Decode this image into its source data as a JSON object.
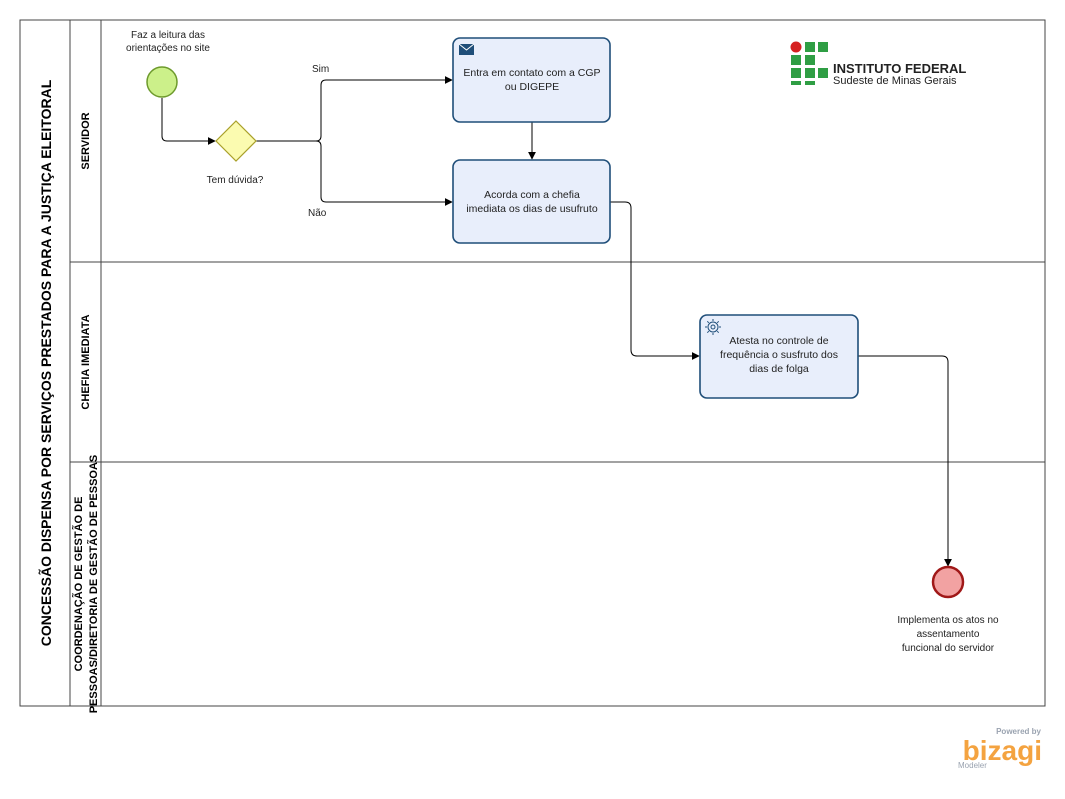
{
  "pool": {
    "title": "CONCESSÃO DISPENSA POR SERVIÇOS PRESTADOS PARA A JUSTIÇA ELEITORAL"
  },
  "lanes": [
    {
      "label": "SERVIDOR"
    },
    {
      "label": "CHEFIA IMEDIATA"
    },
    {
      "label_line1": "COORDENAÇÃO DE GESTÃO DE",
      "label_line2": "PESSOAS/DIRETORIA DE GESTÃO DE PESSOAS"
    }
  ],
  "start_event": {
    "label_line1": "Faz a leitura das",
    "label_line2": "orientações no site"
  },
  "gateway": {
    "label": "Tem dúvida?"
  },
  "flows": {
    "yes": "Sim",
    "no": "Não"
  },
  "tasks": {
    "contact": {
      "line1": "Entra em contato com a CGP",
      "line2": "ou DIGEPE",
      "icon": "envelope-icon"
    },
    "agree": {
      "line1": "Acorda com a chefia",
      "line2": "imediata os dias de usufruto"
    },
    "attest": {
      "line1": "Atesta no controle de",
      "line2": "frequência o susfruto dos",
      "line3": "dias de folga",
      "icon": "gear-icon"
    }
  },
  "end_event": {
    "line1": "Implementa os atos no",
    "line2": "assentamento",
    "line3": "funcional do servidor"
  },
  "logo": {
    "title": "INSTITUTO FEDERAL",
    "subtitle": "Sudeste de Minas Gerais"
  },
  "watermark": {
    "powered": "Powered by",
    "brand": "bizagi",
    "product": "Modeler"
  },
  "colors": {
    "task_fill": "#e8eefb",
    "task_stroke": "#1f4e79",
    "start_fill": "#ccf08a",
    "gateway_fill": "#fbfbb0",
    "end_fill": "#f2a2a2",
    "logo_green": "#2f9e44",
    "logo_red": "#d62020",
    "bizagi_orange": "#f4a340"
  }
}
